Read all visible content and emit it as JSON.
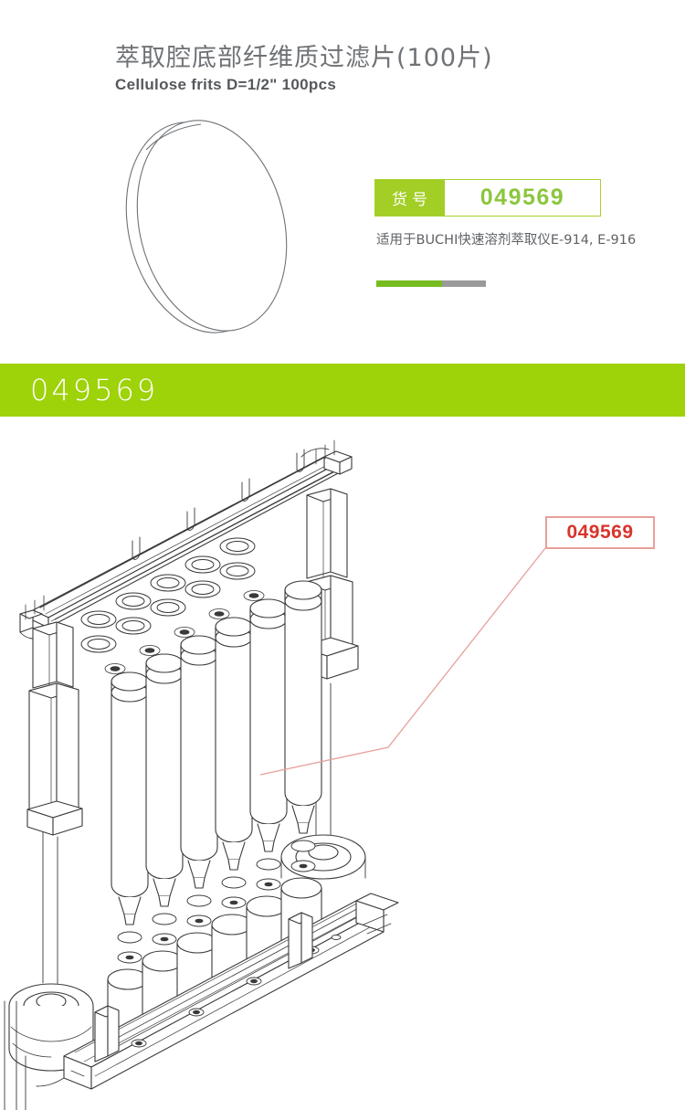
{
  "header": {
    "title_cn": "萃取腔底部纤维质过滤片(100片)",
    "title_en": "Cellulose frits D=1/2\" 100pcs",
    "disc_icon": "filter-disc-illustration"
  },
  "sku": {
    "label": "货号",
    "value": "049569",
    "description": "适用于BUCHI快速溶剂萃取仪E-914, E-916",
    "progress_percent": 60,
    "accent_color": "#a2ce26",
    "value_color": "#8cc63f",
    "progress_fill_color": "#77bc1f",
    "progress_track_color": "#9a9a9a"
  },
  "banner": {
    "code": "049569",
    "background_color": "#9ed209",
    "text_color": "#ffffff"
  },
  "diagram": {
    "name": "extraction-system-exploded-drawing",
    "callout_code": "049569",
    "callout_border_color": "#e8a09a",
    "callout_text_color": "#d8342b",
    "leader_line_color": "#e8a09a",
    "line_color": "#3a3a3a"
  }
}
